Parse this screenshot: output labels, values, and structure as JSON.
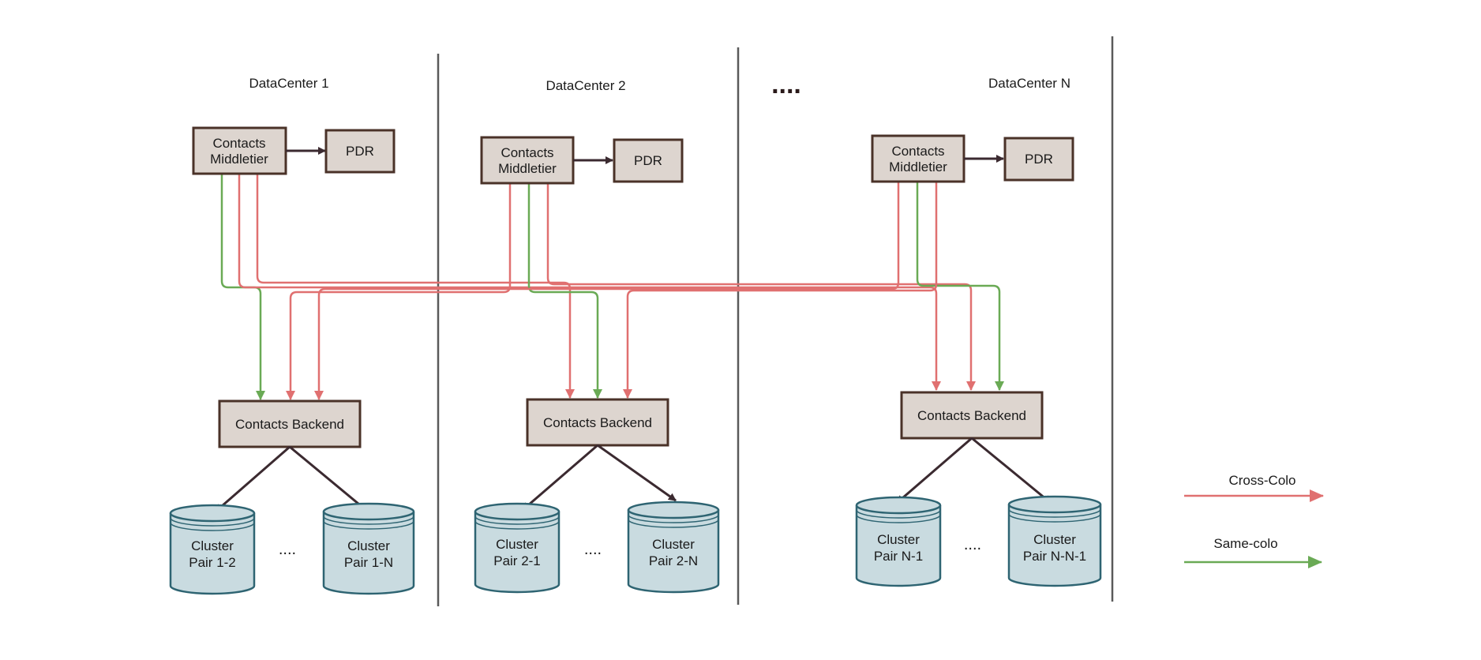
{
  "datacenters": [
    {
      "title": "DataCenter 1",
      "middletier": [
        "Contacts",
        "Middletier"
      ],
      "pdr": "PDR",
      "backend": "Contacts Backend",
      "clusters": [
        [
          "Cluster",
          "Pair 1-2"
        ],
        [
          "Cluster",
          "Pair 1-N"
        ]
      ],
      "ellipsis": "...."
    },
    {
      "title": "DataCenter 2",
      "middletier": [
        "Contacts",
        "Middletier"
      ],
      "pdr": "PDR",
      "backend": "Contacts Backend",
      "clusters": [
        [
          "Cluster",
          "Pair 2-1"
        ],
        [
          "Cluster",
          "Pair 2-N"
        ]
      ],
      "ellipsis": "...."
    },
    {
      "title": "DataCenter N",
      "middletier": [
        "Contacts",
        "Middletier"
      ],
      "pdr": "PDR",
      "backend": "Contacts Backend",
      "clusters": [
        [
          "Cluster",
          "Pair N-1"
        ],
        [
          "Cluster",
          "Pair N-N-1"
        ]
      ],
      "ellipsis": "...."
    }
  ],
  "between_ellipsis": "....",
  "legend": {
    "cross_colo": "Cross-Colo",
    "same_colo": "Same-colo"
  },
  "colors": {
    "cross_colo": "#e07070",
    "same_colo": "#6aaa55",
    "box_fill": "#ddd5cf",
    "box_stroke": "#4a3228",
    "cylinder_fill": "#c9dbe0",
    "cylinder_stroke": "#2e6472",
    "arrow_dark": "#3b2a30",
    "separator": "#5a5a5a"
  }
}
